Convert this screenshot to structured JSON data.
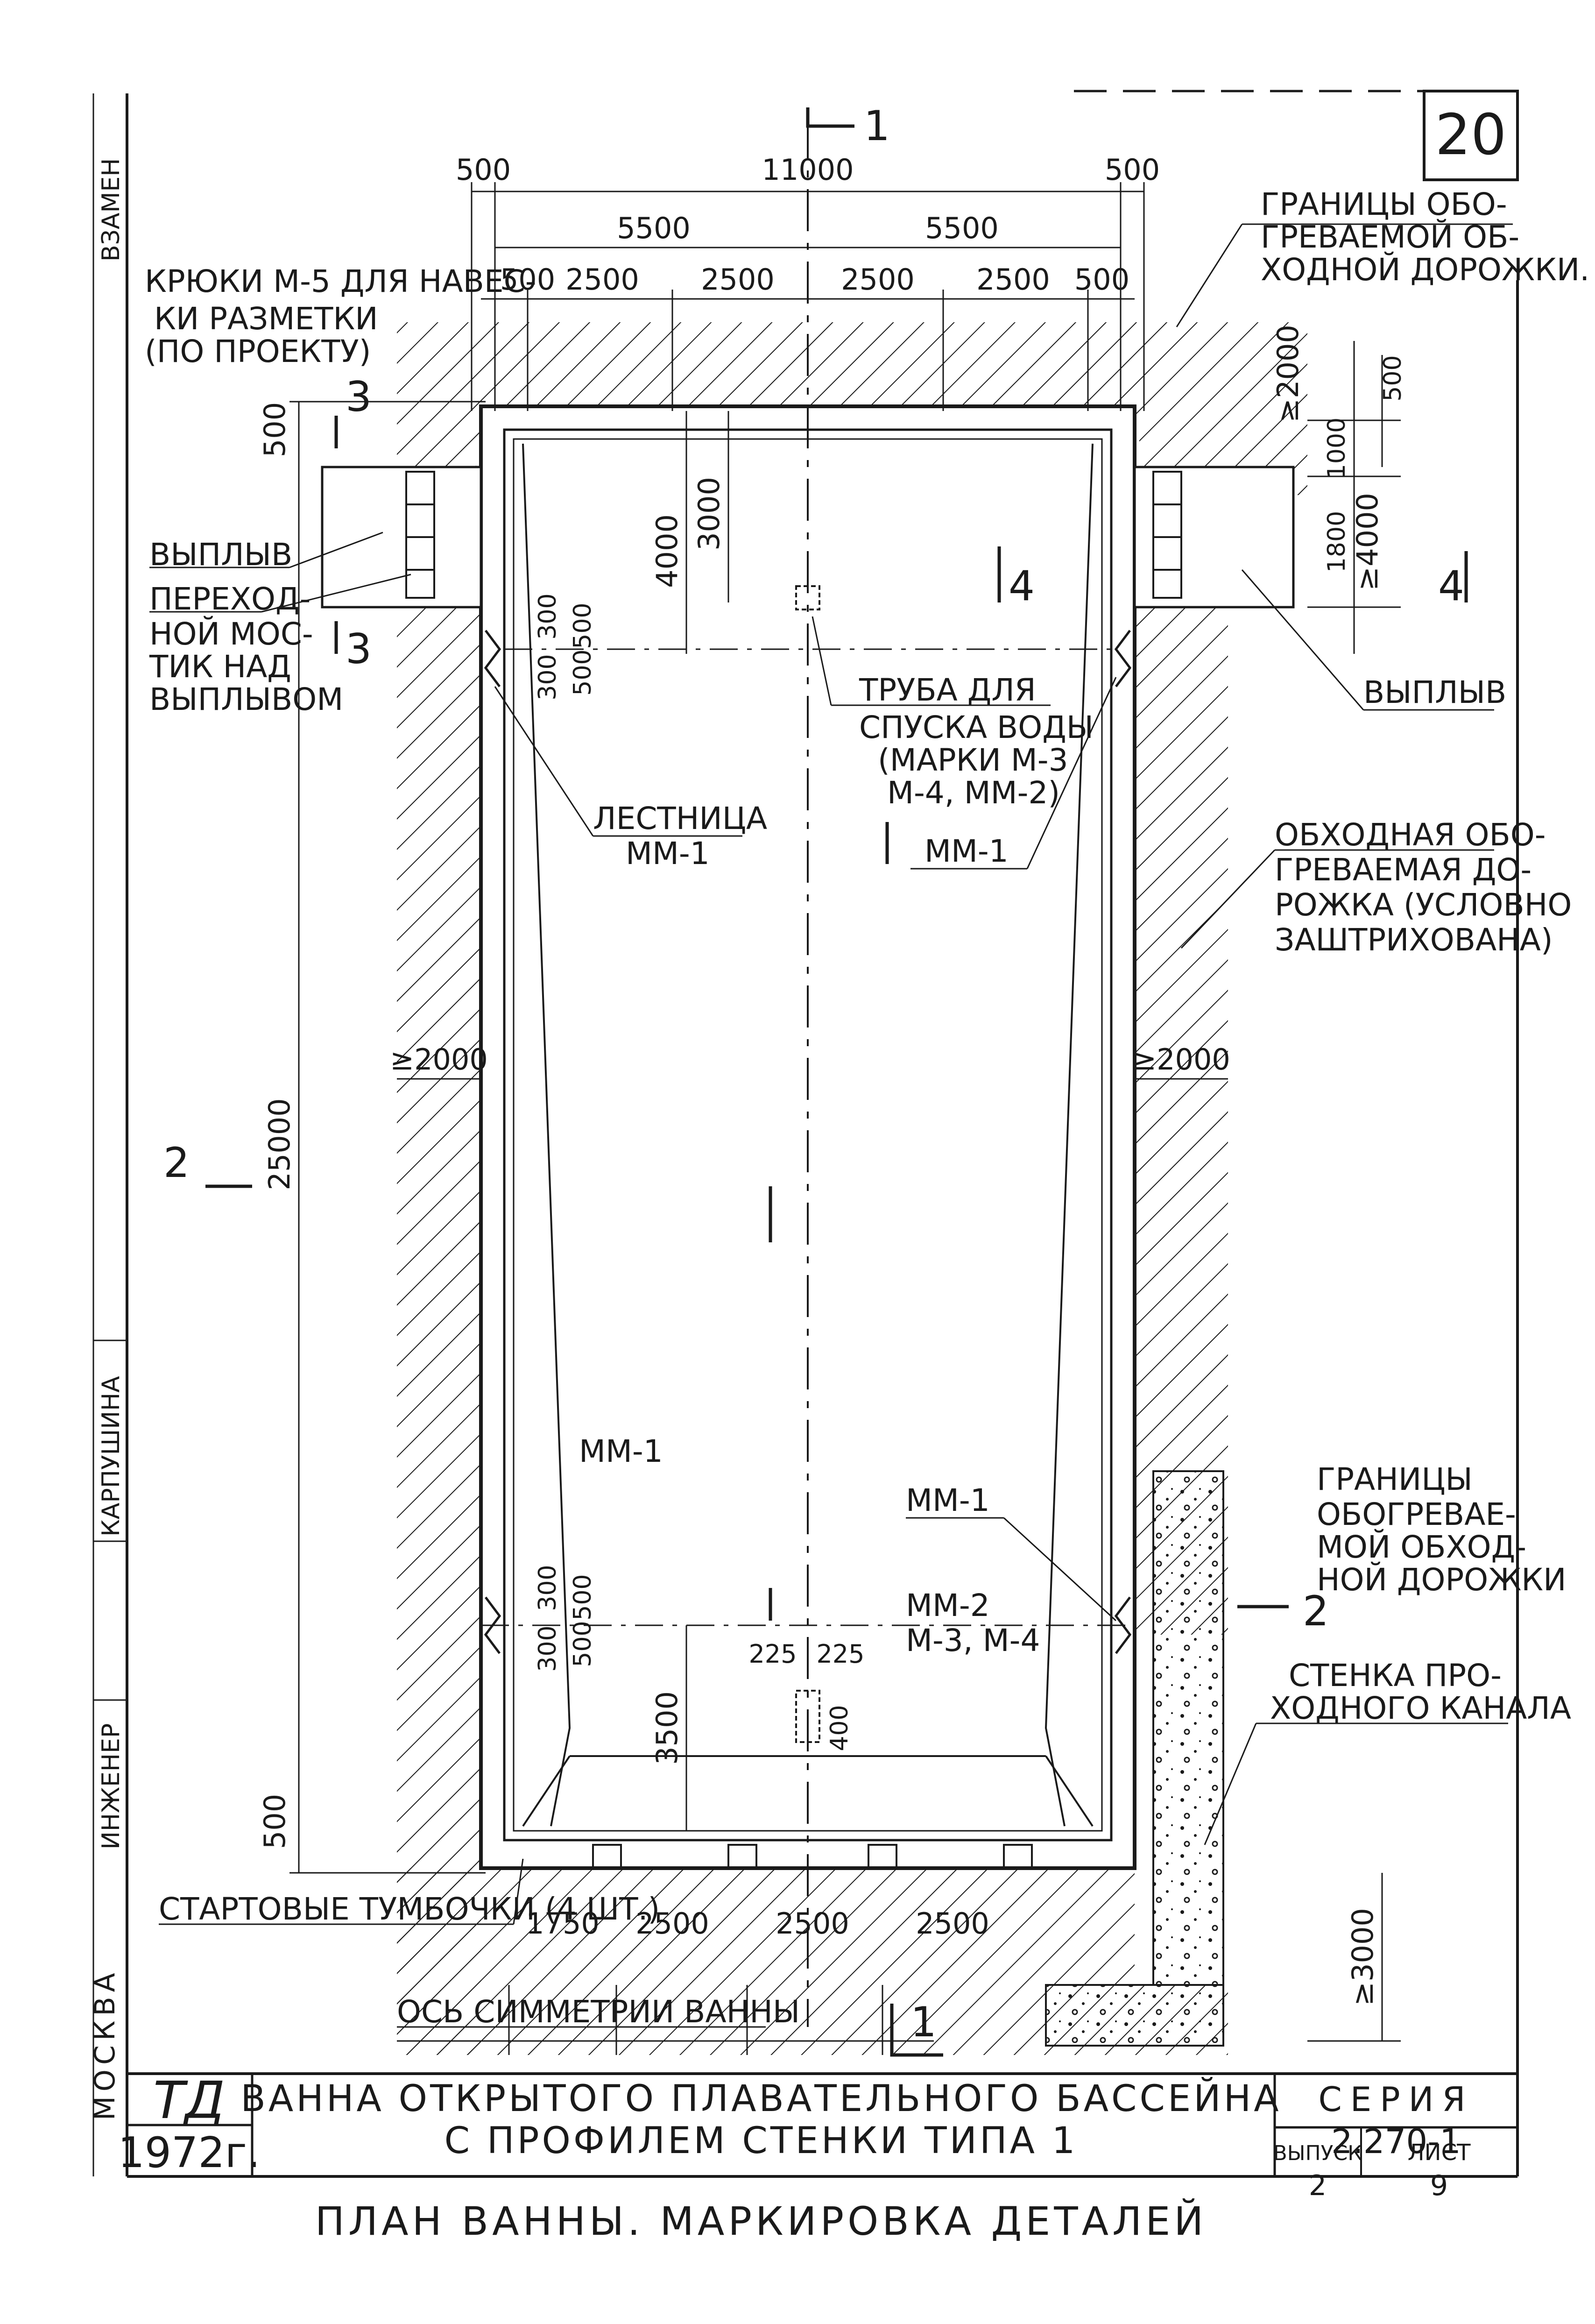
{
  "sheet": {
    "page_number": "20",
    "city": "МОСКВА",
    "year": "1972г.",
    "logo_letters": "ТД",
    "title_line1": "ВАННА ОТКРЫТОГО ПЛАВАТЕЛЬНОГО БАССЕЙНА",
    "title_line2": "С ПРОФИЛЕМ СТЕНКИ ТИПА 1",
    "subtitle": "ПЛАН ВАННЫ. МАРКИРОВКА ДЕТАЛЕЙ",
    "series_label": "СЕРИЯ",
    "series_value": "2.270-1",
    "issue_label": "ВЫПУСК",
    "issue_value": "2",
    "sheet_label": "ЛИСТ",
    "sheet_value": "9",
    "side_stamp_engineer": "ИНЖЕНЕР",
    "side_stamp_name": "КАРПУШИНА",
    "side_stamp_top": "ВЗАМЕН"
  },
  "dimensions": {
    "d500_top_left": "500",
    "d11000": "11000",
    "d500_top_right": "500",
    "d5500_left": "5500",
    "d5500_right": "5500",
    "d500_a": "500",
    "d2500_a": "2500",
    "d2500_b": "2500",
    "d2500_c": "2500",
    "d2500_d": "2500",
    "d500_b": "500",
    "d500_side_top": "500",
    "d4000": "4000",
    "d3000": "3000",
    "d300_a": "300",
    "d300_b": "300",
    "d500_c": "500",
    "d500_d": "500",
    "d300_c": "300",
    "d300_d": "300",
    "d500_e": "500",
    "d500_f": "500",
    "d2000_right_top": "≥2000",
    "d500_right_top": "500",
    "d1000": "1000",
    "d1800": "1800",
    "d4000_right": "≥4000",
    "d2000_left": "≥2000",
    "d2000_right": "≥2000",
    "d25000": "25000",
    "d225_a": "225",
    "d225_b": "225",
    "d3500": "3500",
    "d400": "400",
    "d500_bottom_left": "500",
    "d1750": "1750",
    "d2500_e": "2500",
    "d2500_f": "2500",
    "d2500_g": "2500",
    "d3000_right": "≥3000"
  },
  "labels": {
    "hooks_l1": "КРЮКИ М-5 ДЛЯ НАВЕС-",
    "hooks_l2": "КИ РАЗМЕТКИ",
    "hooks_l3": "(ПО ПРОЕКТУ)",
    "border_top_l1": "ГРАНИЦЫ ОБО-",
    "border_top_l2": "ГРЕВАЕМОЙ ОБ-",
    "border_top_l3": "ХОДНОЙ ДОРОЖКИ.",
    "outlet_left": "ВЫПЛЫВ",
    "outlet_right": "ВЫПЛЫВ",
    "bridge_l1": "ПЕРЕХОД-",
    "bridge_l2": "НОЙ МОС-",
    "bridge_l3": "ТИК НАД",
    "bridge_l4": "ВЫПЛЫВОМ",
    "pipe_l1": "ТРУБА ДЛЯ",
    "pipe_l2": "СПУСКА ВОДЫ",
    "pipe_l3": "(МАРКИ М-3",
    "pipe_l4": "М-4, ММ-2)",
    "ladder_l1": "ЛЕСТНИЦА",
    "ladder_l2": "ММ-1",
    "mm1_top_right": "ММ-1",
    "walk_l1": "ОБХОДНАЯ ОБО-",
    "walk_l2": "ГРЕВАЕМАЯ ДО-",
    "walk_l3": "РОЖКА (УСЛОВНО",
    "walk_l4": "ЗАШТРИХОВАНА)",
    "mm1_bottom_left": "ММ-1",
    "mm1_bottom_right": "ММ-1",
    "mm2": "ММ-2",
    "m3m4": "М-3, М-4",
    "border_bot_l1": "ГРАНИЦЫ",
    "border_bot_l2": "ОБОГРЕВАЕ-",
    "border_bot_l3": "МОЙ ОБХОД-",
    "border_bot_l4": "НОЙ ДОРОЖКИ",
    "channel_l1": "СТЕНКА ПРО-",
    "channel_l2": "ХОДНОГО КАНАЛА",
    "blocks": "СТАРТОВЫЕ ТУМБОЧКИ (4 ШТ.)",
    "axis": "ОСЬ СИММЕТРИИ ВАННЫ",
    "sec1_top": "1",
    "sec1_bottom": "1",
    "sec2_left": "2",
    "sec2_right": "2",
    "sec3_top": "3",
    "sec3_bottom": "3",
    "sec4_left": "4",
    "sec4_right": "4"
  }
}
